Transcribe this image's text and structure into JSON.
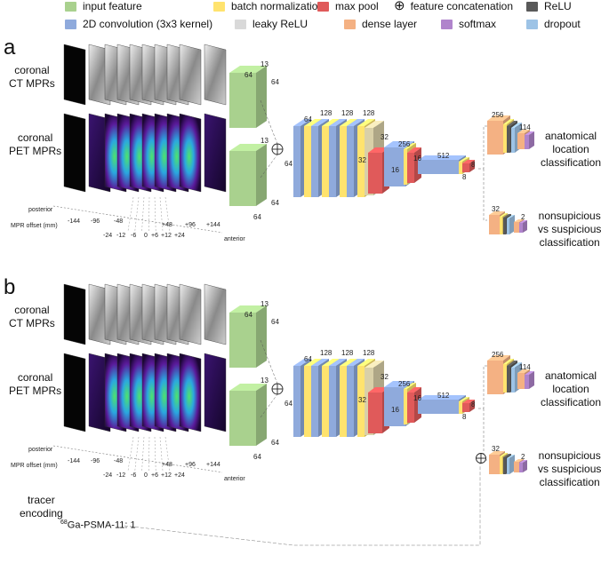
{
  "legend": [
    {
      "label": "input feature",
      "color": "#a9d18e"
    },
    {
      "label": "batch normalization",
      "color": "#ffe36e"
    },
    {
      "label": "max pool",
      "color": "#e05a5a"
    },
    {
      "label": "feature concatenation",
      "symbol": "⊕"
    },
    {
      "label": "ReLU",
      "color": "#595959"
    },
    {
      "label": "2D convolution (3x3 kernel)",
      "color": "#8faadc"
    },
    {
      "label": "leaky ReLU",
      "color": "#d9d9d9"
    },
    {
      "label": "dense layer",
      "color": "#f4b183"
    },
    {
      "label": "softmax",
      "color": "#b084cc"
    },
    {
      "label": "dropout",
      "color": "#9dc3e6"
    }
  ],
  "panels": [
    {
      "letter": "a",
      "ct_label": "coronal\nCT MPRs",
      "pet_label": "coronal\nPET MPRs",
      "posterior": "posterior",
      "anterior": "anterior",
      "offset_label": "MPR offset (mm)",
      "offsets_top": [
        "-144",
        "-96",
        "-48",
        "+48",
        "+96",
        "+144"
      ],
      "offsets_bottom": [
        "-24",
        "-12",
        "-6",
        "0",
        "+6",
        "+12",
        "+24"
      ],
      "input_dims": [
        "64",
        "13",
        "64",
        "13",
        "64",
        "64"
      ],
      "conv_dims": [
        "64",
        "128",
        "128",
        "128",
        "32",
        "256",
        "16",
        "512",
        "8",
        "32",
        "16",
        "8"
      ],
      "out1_dims": [
        "256",
        "114"
      ],
      "out2_dims": [
        "32",
        "2"
      ],
      "concat_in": "64",
      "out1_label": "anatomical\nlocation\nclassification",
      "out2_label": "nonsupicious\nvs suspicious\nclassification"
    },
    {
      "letter": "b",
      "ct_label": "coronal\nCT MPRs",
      "pet_label": "coronal\nPET MPRs",
      "posterior": "posterior",
      "anterior": "anterior",
      "offset_label": "MPR offset (mm)",
      "offsets_top": [
        "-144",
        "-96",
        "-48",
        "+48",
        "+96",
        "+144"
      ],
      "offsets_bottom": [
        "-24",
        "-12",
        "-6",
        "0",
        "+6",
        "+12",
        "+24"
      ],
      "input_dims": [
        "64",
        "13",
        "64",
        "13",
        "64",
        "64"
      ],
      "conv_dims": [
        "64",
        "128",
        "128",
        "128",
        "32",
        "256",
        "16",
        "512",
        "8",
        "32",
        "16",
        "8"
      ],
      "out1_dims": [
        "256",
        "114"
      ],
      "out2_dims": [
        "32",
        "2"
      ],
      "concat_in": "64",
      "out1_label": "anatomical\nlocation\nclassification",
      "out2_label": "nonsupicious\nvs suspicious\nclassification",
      "tracer_label": "tracer\nencoding",
      "tracer_value_sup": "68",
      "tracer_value": "Ga-PSMA-11: 1"
    }
  ]
}
